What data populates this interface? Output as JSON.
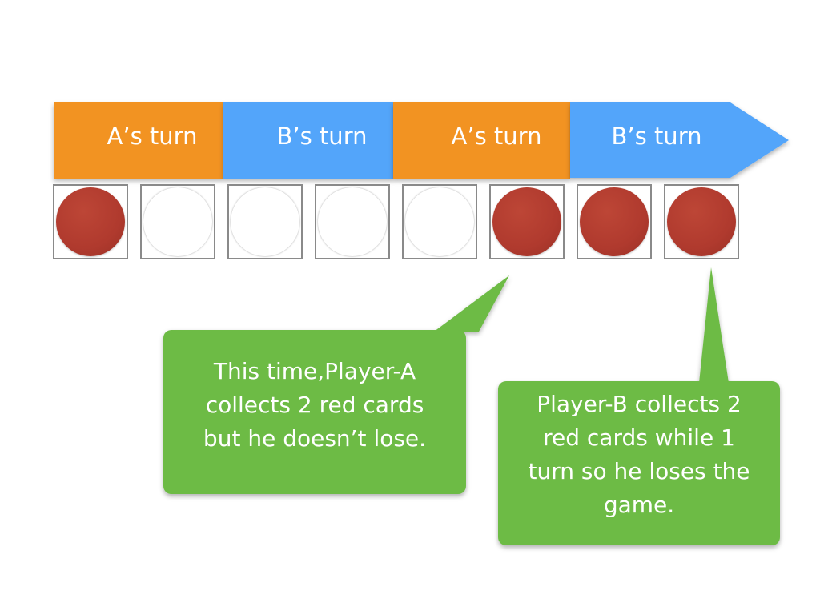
{
  "colors": {
    "orange": "#f29321",
    "blue": "#53a5fa",
    "green": "#6dbb45",
    "red_disc": "#b03a2e",
    "white_disc": "#ffffff",
    "cell_border": "#8a8a8a"
  },
  "turns": [
    {
      "label": "A’s turn",
      "player": "A",
      "color": "orange"
    },
    {
      "label": "B’s turn",
      "player": "B",
      "color": "blue"
    },
    {
      "label": "A’s turn",
      "player": "A",
      "color": "orange"
    },
    {
      "label": "B’s turn",
      "player": "B",
      "color": "blue"
    }
  ],
  "cards": [
    "red",
    "white",
    "white",
    "white",
    "white",
    "red",
    "red",
    "red"
  ],
  "callouts": {
    "player_a": {
      "lines": [
        "This time,Player-A",
        "collects 2 red cards",
        "but he doesn’t lose."
      ]
    },
    "player_b": {
      "lines": [
        "Player-B collects 2",
        "red cards while 1",
        "turn so he loses the",
        "game."
      ]
    }
  }
}
